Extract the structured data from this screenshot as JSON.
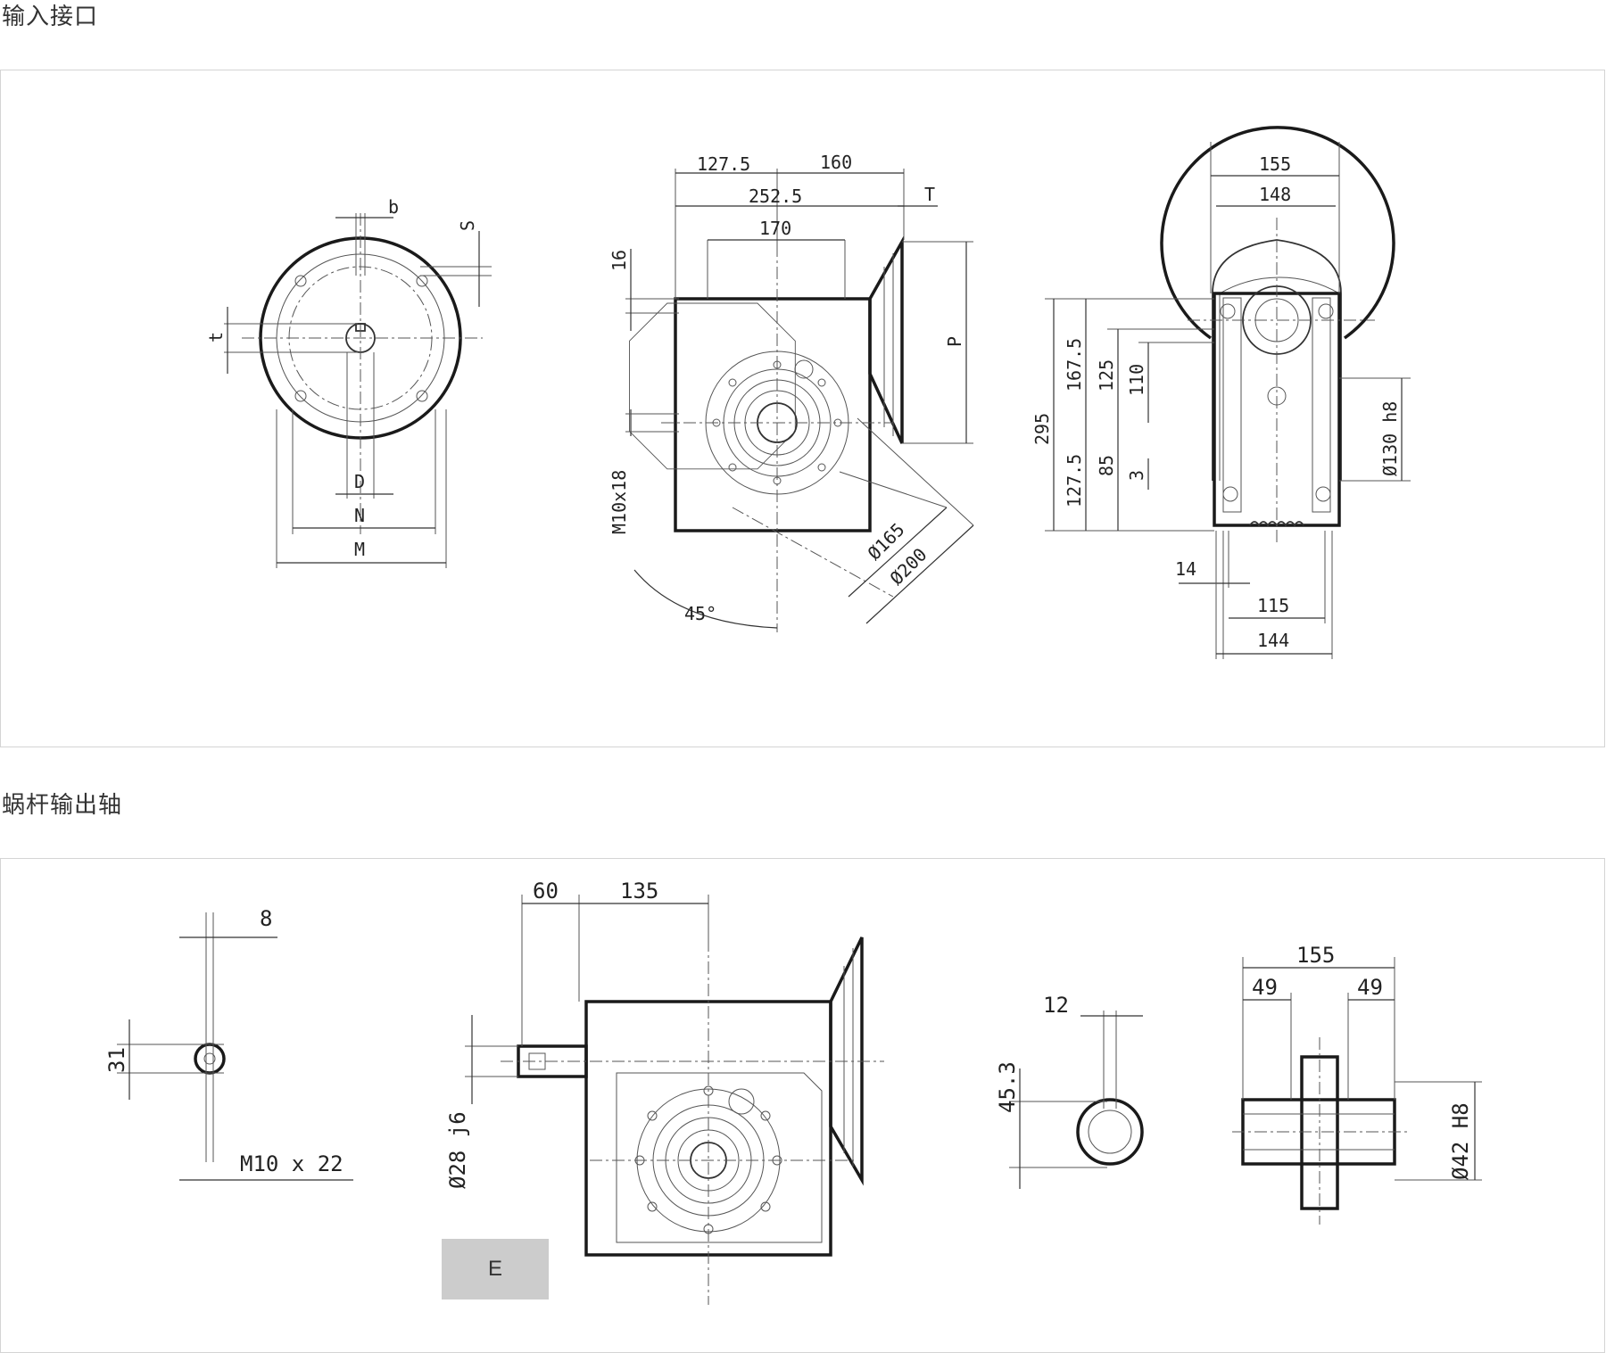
{
  "sections": [
    {
      "title": "输入接口"
    },
    {
      "title": "蜗杆输出轴"
    }
  ],
  "input_panel": {
    "flange_view": {
      "labels": [
        "b",
        "S",
        "t",
        "D",
        "N",
        "M"
      ]
    },
    "side_view": {
      "labels": [
        "127.5",
        "160",
        "252.5",
        "T",
        "170",
        "16",
        "P",
        "M10x18",
        "Ø165",
        "Ø200",
        "45°"
      ]
    },
    "end_view": {
      "labels": [
        "155",
        "148",
        "295",
        "167.5",
        "125",
        "110",
        "127.5",
        "85",
        "3",
        "Ø130 h8",
        "14",
        "115",
        "144"
      ]
    }
  },
  "output_panel": {
    "shaft_end": {
      "labels": [
        "8",
        "31",
        "M10 x 22"
      ]
    },
    "side_view": {
      "labels": [
        "60",
        "135",
        "Ø28 j6"
      ]
    },
    "hollow": {
      "labels": [
        "12",
        "45.3"
      ]
    },
    "section": {
      "labels": [
        "155",
        "49",
        "49",
        "Ø42 H8"
      ]
    },
    "badge": "E"
  }
}
